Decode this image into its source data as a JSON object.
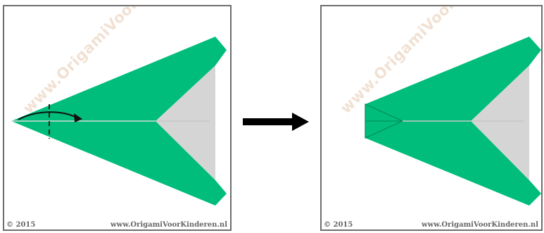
{
  "colors": {
    "paper_green": "#00bd7b",
    "fold_line": "#00895a",
    "back_gray": "#d5d5d5",
    "border": "#6e6e6e",
    "watermark": "#e6c8af",
    "text": "#666666"
  },
  "panels": [
    {
      "watermark": "www.OrigamiVoorKinderen.nl",
      "copyright": "© 2015",
      "site": "www.OrigamiVoorKinderen.nl"
    },
    {
      "watermark": "www.OrigamiVoorKinderen.nl",
      "copyright": "© 2015",
      "site": "www.OrigamiVoorKinderen.nl"
    }
  ],
  "icons": {
    "step_arrow": "right-arrow-icon",
    "fold_arrow": "curved-arrow-icon"
  }
}
